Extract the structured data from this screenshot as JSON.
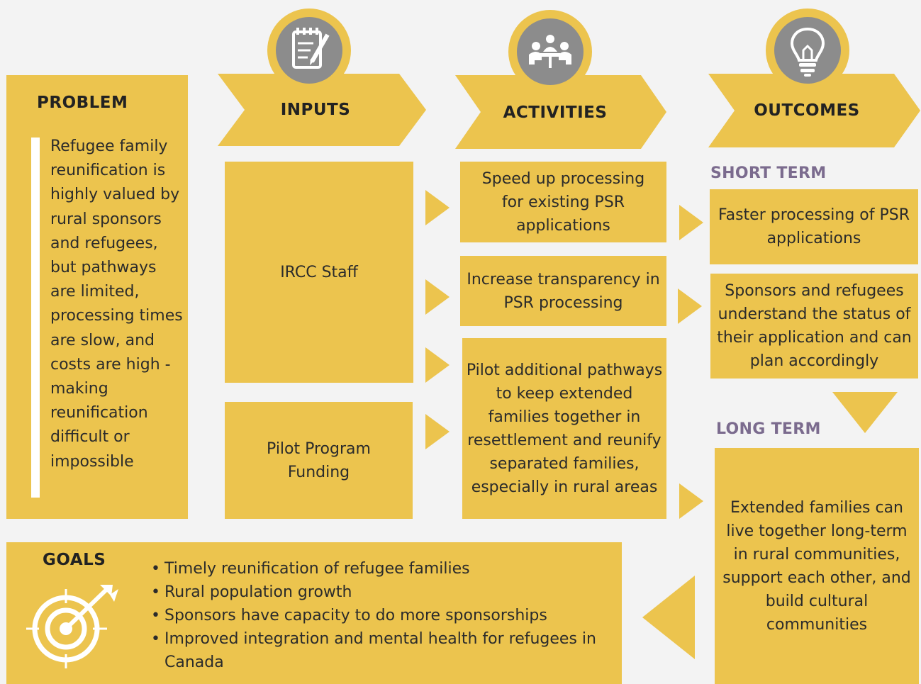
{
  "problem": {
    "heading": "PROBLEM",
    "text": "Refugee family reunification is highly valued by rural sponsors and refugees, but pathways are limited, processing times are slow, and costs are high - making reunification difficult or impossible"
  },
  "inputs": {
    "heading": "INPUTS",
    "icon": "notepad-pencil-icon",
    "items": [
      "IRCC Staff",
      "Pilot Program Funding"
    ]
  },
  "activities": {
    "heading": "ACTIVITIES",
    "icon": "team-meeting-icon",
    "items": [
      "Speed up processing for existing PSR applications",
      "Increase transparency in PSR processing",
      "Pilot additional pathways to keep extended families together in resettlement and reunify separated families, especially in rural areas"
    ]
  },
  "outcomes": {
    "heading": "OUTCOMES",
    "icon": "lightbulb-icon",
    "short_term_label": "SHORT TERM",
    "short_term": [
      "Faster processing of PSR applications",
      "Sponsors and refugees understand the status of their application and can plan accordingly"
    ],
    "long_term_label": "LONG TERM",
    "long_term": "Extended families can live together long-term in rural communities, support each other, and build cultural communities"
  },
  "goals": {
    "heading": "GOALS",
    "icon": "target-arrow-icon",
    "items": [
      "Timely reunification of refugee families",
      "Rural population growth",
      "Sponsors have capacity to do more sponsorships",
      "Improved integration and mental health for refugees in Canada"
    ]
  },
  "colors": {
    "box": "#ecc44e",
    "icon_circle": "#8c8c8c",
    "label": "#7b6b8e",
    "background": "#f3f3f3"
  }
}
